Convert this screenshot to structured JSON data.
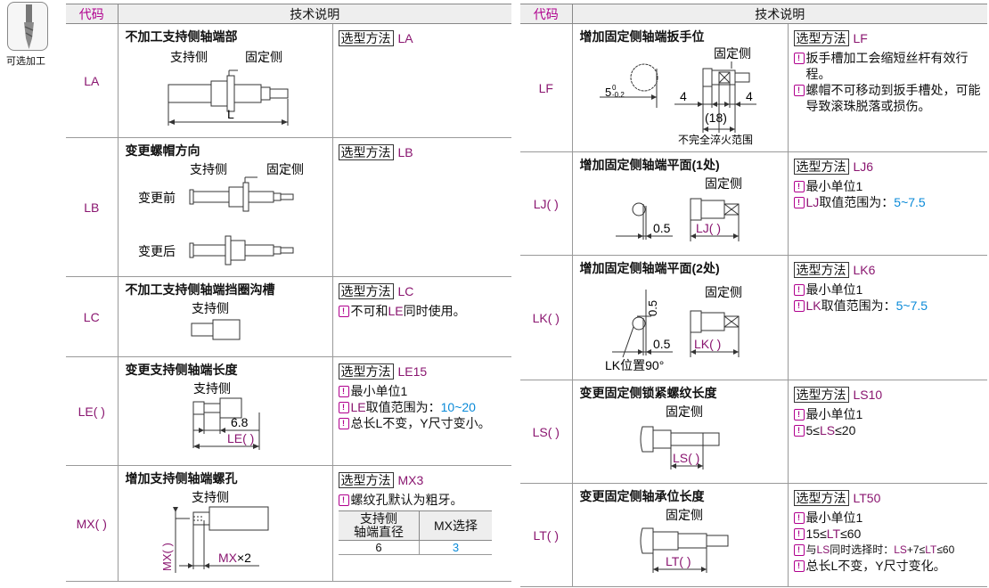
{
  "badge": {
    "label": "可选加工"
  },
  "headers": {
    "code": "代码",
    "desc": "技术说明"
  },
  "select_key": "选型方法",
  "left": [
    {
      "code": "LA",
      "title": "不加工支持侧轴端部",
      "labels": {
        "support": "支持侧",
        "fixed": "固定侧",
        "L": "L"
      },
      "select": "LA",
      "notes": []
    },
    {
      "code": "LB",
      "title": "变更螺帽方向",
      "labels": {
        "support": "支持侧",
        "fixed": "固定侧",
        "before": "变更前",
        "after": "变更后"
      },
      "select": "LB",
      "notes": []
    },
    {
      "code": "LC",
      "title": "不加工支持侧轴端挡圈沟槽",
      "labels": {
        "support": "支持侧"
      },
      "select": "LC",
      "notes": [
        "不可和",
        "LE",
        "同时使用。"
      ]
    },
    {
      "code": "LE( )",
      "title": "变更支持侧轴端长度",
      "labels": {
        "support": "支持侧",
        "dim": "6.8",
        "code": "LE( )"
      },
      "select": "LE15",
      "notes": {
        "n1": "最小单位1",
        "n2a": "LE",
        "n2b": "取值范围为：",
        "n2c": "10~20",
        "n3": "总长L不变，Y尺寸变小。"
      }
    },
    {
      "code": "MX( )",
      "title": "增加支持侧轴端螺孔",
      "labels": {
        "support": "支持侧",
        "mx": "MX",
        "times2": "×2",
        "mxv": "MX( )"
      },
      "select": "MX3",
      "note": "螺纹孔默认为粗牙。",
      "mini": {
        "h1a": "支持侧",
        "h1b": "轴端直径",
        "h2": "MX选择",
        "v1": "6",
        "v2": "3"
      }
    }
  ],
  "right": [
    {
      "code": "LF",
      "title": "增加固定侧轴端扳手位",
      "labels": {
        "fixed": "固定侧",
        "tol": "5",
        "tolup": "0",
        "tollow": "-0.2",
        "d4a": "4",
        "d4b": "4",
        "d18": "(18)",
        "range": "不完全淬火范围"
      },
      "select": "LF",
      "notes": [
        "扳手槽加工会缩短丝杆有效行程。",
        "螺帽不可移动到扳手槽处，可能导致滚珠脱落或损伤。"
      ]
    },
    {
      "code": "LJ( )",
      "title": "增加固定侧轴端平面(1处)",
      "labels": {
        "fixed": "固定侧",
        "d": "0.5",
        "code": "LJ( )"
      },
      "select": "LJ6",
      "notes": {
        "n1": "最小单位1",
        "n2a": "LJ",
        "n2b": "取值范围为：",
        "n2c": "5~7.5"
      }
    },
    {
      "code": "LK( )",
      "title": "增加固定侧轴端平面(2处)",
      "labels": {
        "fixed": "固定侧",
        "d": "0.5",
        "dv": "0.5",
        "code": "LK( )",
        "pos": "LK位置90°"
      },
      "select": "LK6",
      "notes": {
        "n1": "最小单位1",
        "n2a": "LK",
        "n2b": "取值范围为：",
        "n2c": "5~7.5"
      }
    },
    {
      "code": "LS( )",
      "title": "变更固定侧锁紧螺纹长度",
      "labels": {
        "fixed": "固定侧",
        "code": "LS( )"
      },
      "select": "LS10",
      "notes": {
        "n1": "最小单位1",
        "n2a": "5≤",
        "n2b": "LS",
        "n2c": "≤20"
      }
    },
    {
      "code": "LT( )",
      "title": "变更固定侧轴承位长度",
      "labels": {
        "fixed": "固定侧",
        "code": "LT( )"
      },
      "select": "LT50",
      "notes": {
        "n1": "最小单位1",
        "n2a": "15≤",
        "n2b": "LT",
        "n2c": "≤60",
        "n3a": "与",
        "n3b": "LS",
        "n3c": "同时选择时：",
        "n3d": "LS",
        "n3e": "+7≤",
        "n3f": "LT",
        "n3g": "≤60",
        "n4": "总长L不变，Y尺寸变化。"
      }
    }
  ]
}
